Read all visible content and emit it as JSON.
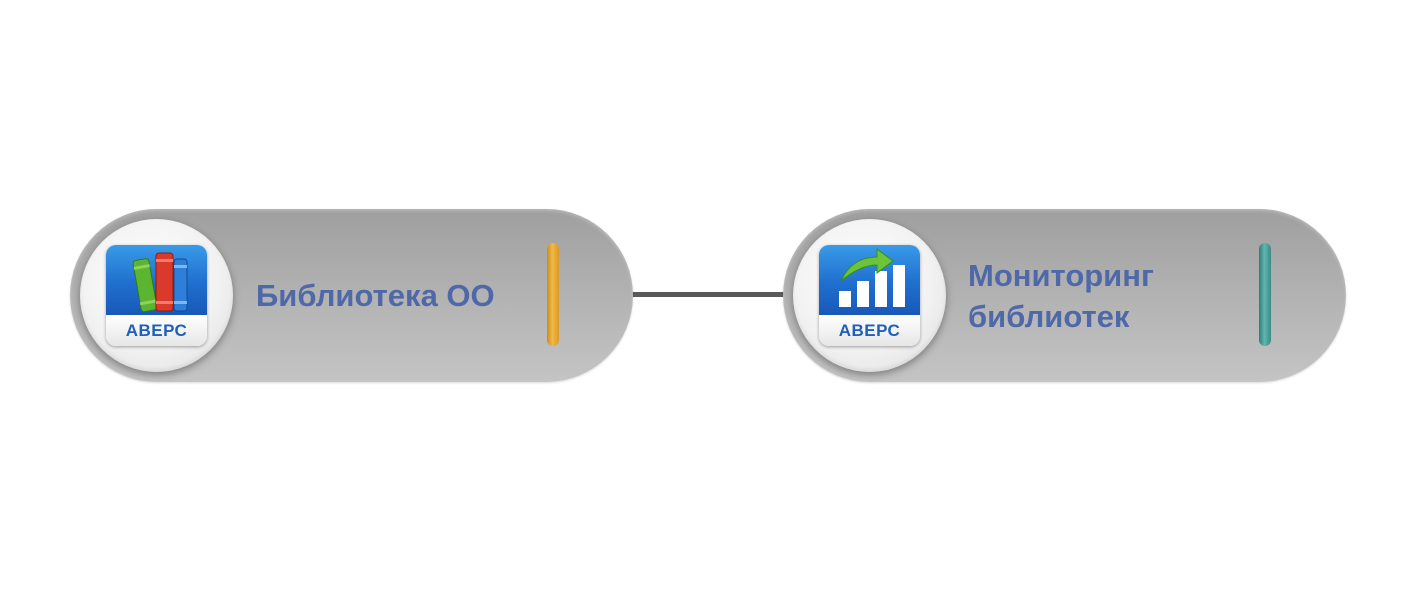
{
  "nodes": [
    {
      "label": "Библиотека ОО",
      "icon": "books-icon",
      "brand": "АВЕРС",
      "accent_color": "#f0b23f"
    },
    {
      "label_lines": [
        "Мониторинг",
        "библиотек"
      ],
      "icon": "bar-chart-growth-icon",
      "brand": "АВЕРС",
      "accent_color": "#53aba3"
    }
  ]
}
